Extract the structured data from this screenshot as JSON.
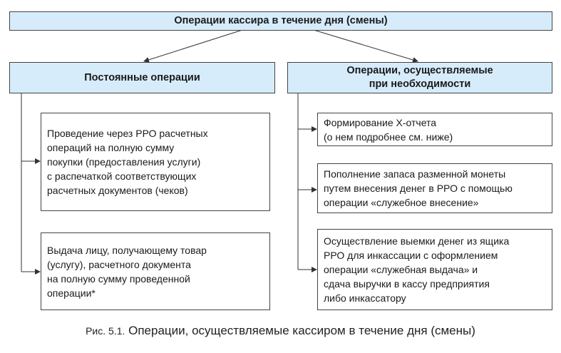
{
  "top_box": {
    "title": "Операции кассира в течение дня (смены)"
  },
  "left_column": {
    "header": "Постоянные операции",
    "items": [
      {
        "text": "Проведение через РРО расчетных\nопераций на полную сумму\nпокупки (предоставления услуги)\nс распечаткой соответствующих\nрасчетных документов (чеков)"
      },
      {
        "text": "Выдача лицу, получающему товар\n(услугу), расчетного документа\nна полную сумму проведенной\nоперации*"
      }
    ]
  },
  "right_column": {
    "header": "Операции, осуществляемые\nпри необходимости",
    "items": [
      {
        "text": "Формирование Х-отчета\n(о нем подробнее см. ниже)"
      },
      {
        "text": "Пополнение запаса разменной монеты\nпутем внесения денег в РРО с помощью\nоперации «служебное внесение»"
      },
      {
        "text": "Осуществление выемки денег из ящика\nРРО для инкассации с оформлением\nоперации «служебная выдача» и\nсдача выручки в кассу предприятия\nлибо инкассатору"
      }
    ]
  },
  "caption": {
    "prefix": "Рис. 5.1.",
    "text": "Операции, осуществляемые кассиром в течение дня (смены)"
  },
  "colors": {
    "header_fill": "#d6ecfb",
    "border": "#444444"
  }
}
